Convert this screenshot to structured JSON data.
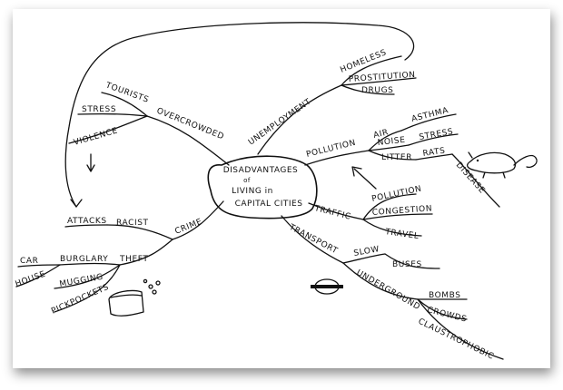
{
  "center": {
    "line1": "DISADVANTAGES",
    "line2": "of",
    "line3": "LIVING in",
    "line4": "CAPITAL CITIES"
  },
  "unemployment": {
    "label": "UNEMPLOYMENT",
    "children": [
      "HOMELESS",
      "PROSTITUTION",
      "DRUGS"
    ]
  },
  "overcrowded": {
    "label": "OVERCROWDED",
    "children": [
      "TOURISTS",
      "STRESS",
      "VIOLENCE"
    ]
  },
  "pollution": {
    "label": "POLLUTION",
    "air": "AIR",
    "asthma": "ASTHMA",
    "noise": "NOISE",
    "stress": "STRESS",
    "litter": "LITTER",
    "rats": "RATS",
    "disease": "DISEASE"
  },
  "traffic": {
    "label": "TRAFFIC",
    "children": [
      "POLLUTION",
      "CONGESTION",
      "TRAVEL"
    ]
  },
  "crime": {
    "label": "CRIME",
    "attacks": "ATTACKS",
    "racist": "RACIST",
    "theft": "THEFT",
    "burglary": "BURGLARY",
    "car": "CAR",
    "house": "HOUSE",
    "mugging": "MUGGING",
    "pickpockets": "PICKPOCKETS"
  },
  "transport": {
    "label": "TRANSPORT",
    "slow": "SLOW",
    "buses": "BUSES",
    "underground": "UNDERGROUND",
    "children": [
      "BOMBS",
      "CROWDS",
      "CLAUSTROPHOBIC"
    ]
  }
}
